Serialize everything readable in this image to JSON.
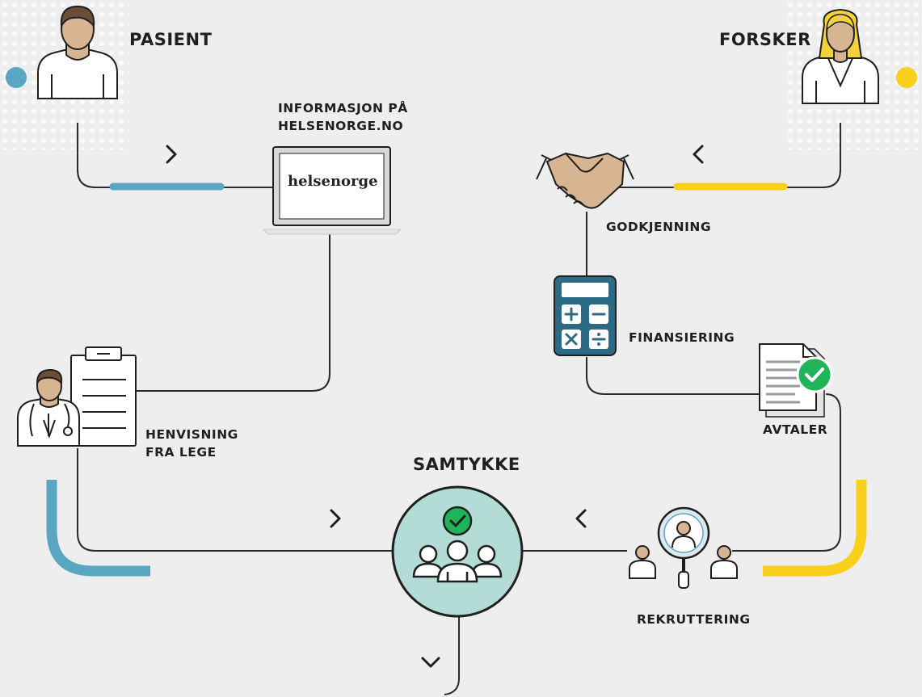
{
  "labels": {
    "patient": "PASIENT",
    "researcher": "FORSKER",
    "info_line1": "INFORMASJON PÅ",
    "info_line2": "HELSENORGE.NO",
    "laptop_brand": "helsenorge",
    "approval": "GODKJENNING",
    "funding": "FINANSIERING",
    "agreements": "AVTALER",
    "referral_line1": "HENVISNING",
    "referral_line2": "FRA LEGE",
    "consent": "SAMTYKKE",
    "recruitment": "REKRUTTERING"
  },
  "colors": {
    "background": "#eeeeee",
    "patient_blue": "#5aa5c1",
    "researcher_yellow": "#f9d01c",
    "line": "#2a2a2a",
    "skin": "#d7b593",
    "hair_dark": "#6a4d3a",
    "hair_blonde": "#f5d23a",
    "consent_fill": "#b3dcd6",
    "calculator_blue": "#2c6a85",
    "check_green": "#20b45a"
  },
  "icons": {
    "patient": "patient-person-icon",
    "researcher": "researcher-person-icon",
    "laptop": "laptop-icon",
    "handshake": "handshake-icon",
    "calculator": "calculator-icon",
    "document": "document-check-icon",
    "doctor": "doctor-clipboard-icon",
    "consent": "consent-group-icon",
    "recruitment": "recruitment-magnifier-icon"
  }
}
